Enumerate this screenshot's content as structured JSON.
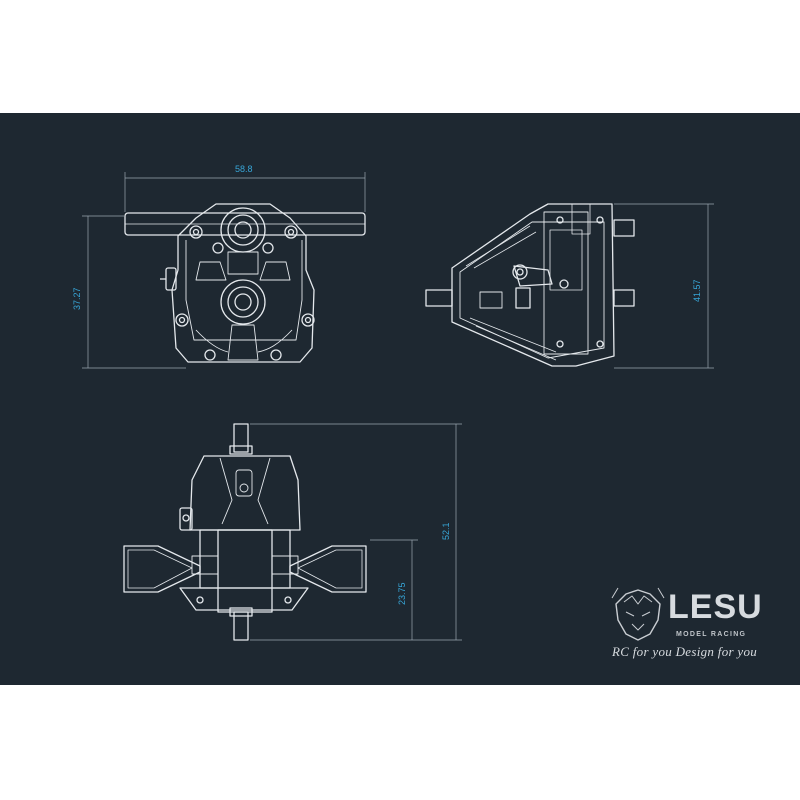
{
  "colors": {
    "background": "#1e2831",
    "page": "#ffffff",
    "line": "#e4e8ec",
    "dimension": "#37a6d8"
  },
  "dimensions": {
    "front_width": "58.8",
    "front_height": "37.27",
    "side_height": "41.57",
    "top_overall": "52.1",
    "top_partial": "23.75"
  },
  "brand": {
    "name": "LESU",
    "subtitle": "MODEL RACING",
    "slogan": "RC for you  Design for you",
    "logo_icon": "lion-head-icon"
  }
}
